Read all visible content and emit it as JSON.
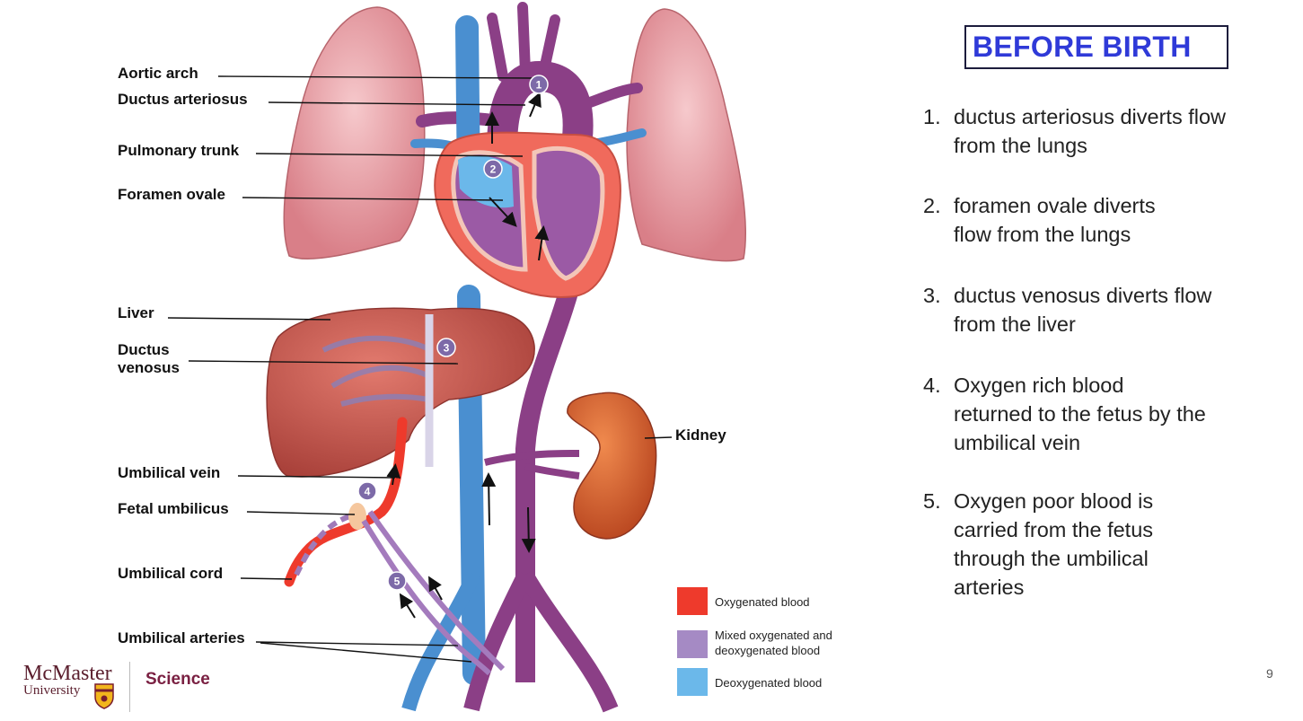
{
  "slide": {
    "title": "BEFORE BIRTH",
    "page_number": "9"
  },
  "diagram": {
    "labels": {
      "aortic_arch": "Aortic arch",
      "ductus_arteriosus": "Ductus arteriosus",
      "pulmonary_trunk": "Pulmonary trunk",
      "foramen_ovale": "Foramen ovale",
      "liver": "Liver",
      "ductus_venosus_1": "Ductus",
      "ductus_venosus_2": "venosus",
      "kidney": "Kidney",
      "umbilical_vein": "Umbilical vein",
      "fetal_umbilicus": "Fetal umbilicus",
      "umbilical_cord": "Umbilical cord",
      "umbilical_arteries": "Umbilical arteries"
    },
    "badges": [
      "1",
      "2",
      "3",
      "4",
      "5"
    ]
  },
  "points": [
    {
      "num": "1.",
      "lines": [
        "ductus arteriosus diverts flow",
        "from the lungs"
      ]
    },
    {
      "num": "2.",
      "lines": [
        "foramen ovale diverts",
        "flow from the lungs"
      ]
    },
    {
      "num": "3.",
      "lines": [
        "ductus venosus diverts flow",
        "from the liver"
      ]
    },
    {
      "num": "4.",
      "lines": [
        "Oxygen rich blood",
        "returned to the fetus by the",
        "umbilical vein"
      ]
    },
    {
      "num": "5.",
      "lines": [
        "Oxygen poor blood is",
        "carried from the fetus",
        "through the umbilical",
        "arteries"
      ]
    }
  ],
  "legend": [
    {
      "lines": [
        "Oxygenated blood"
      ],
      "color": "#ee3a2c"
    },
    {
      "lines": [
        "Mixed oxygenated and",
        "deoxygenated blood"
      ],
      "color": "#a58ac4"
    },
    {
      "lines": [
        "Deoxygenated blood"
      ],
      "color": "#6bb8ea"
    }
  ],
  "logo": {
    "name": "McMaster",
    "university": "University",
    "faculty": "Science"
  },
  "colors": {
    "title_text": "#2f3ad8",
    "lung": "#e9a3a8",
    "heart": "#f06a5c",
    "liver": "#c9564c",
    "kidney": "#d8602e",
    "vein_blue": "#4a8fd0",
    "aorta_purple": "#8b3f86"
  }
}
